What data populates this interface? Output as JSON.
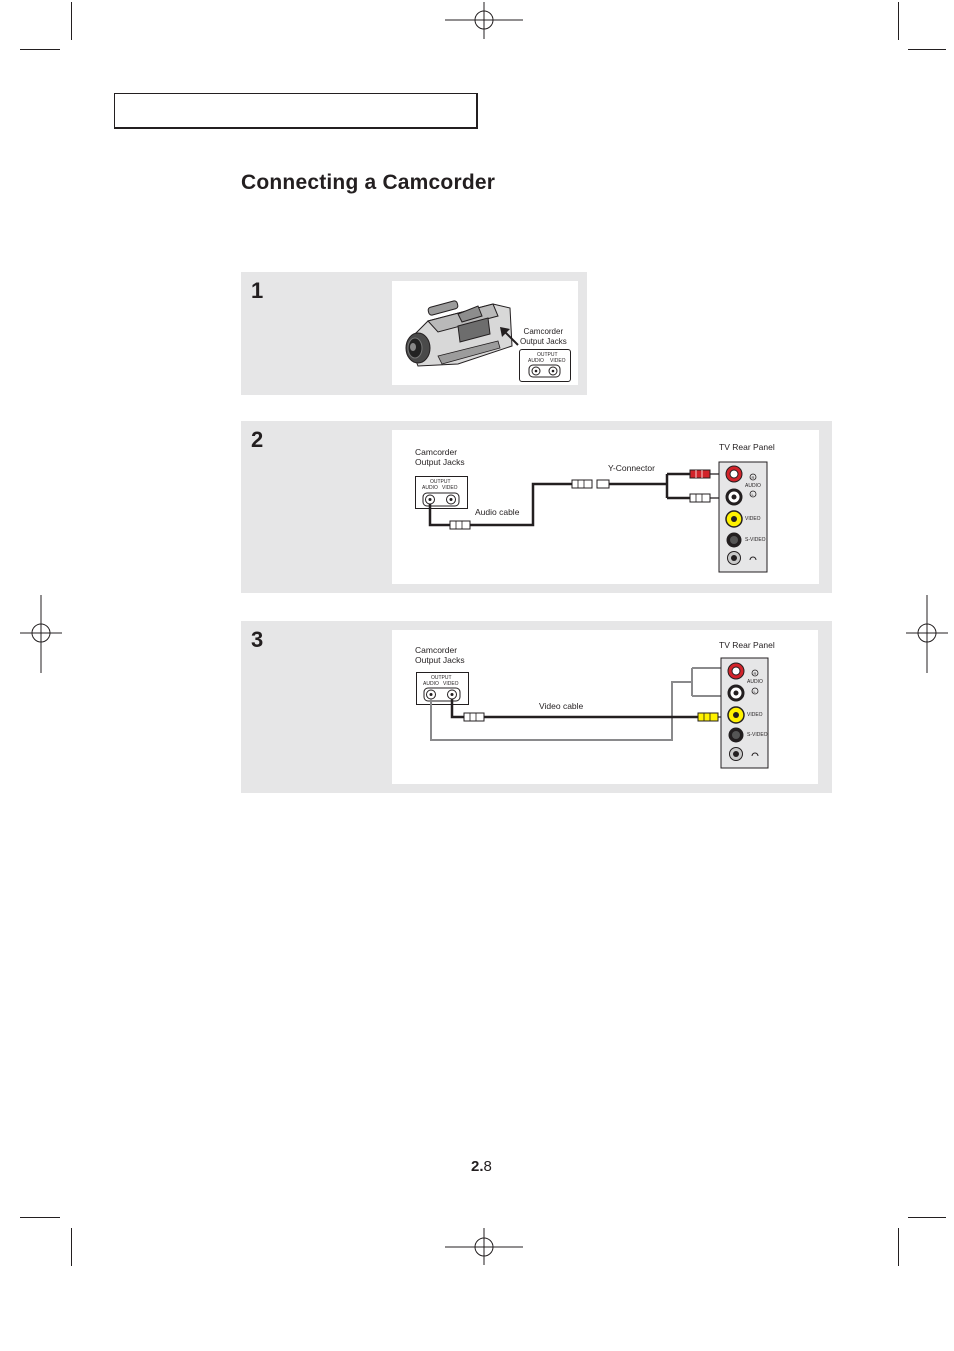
{
  "page": {
    "title": "Connecting a Camcorder",
    "page_number_major": "2.",
    "page_number_minor": "8"
  },
  "steps": [
    {
      "number": "1",
      "labels": {
        "output_jacks": "Camcorder\nOutput Jacks",
        "output": "OUTPUT",
        "audio": "AUDIO",
        "video": "VIDEO"
      }
    },
    {
      "number": "2",
      "labels": {
        "camcorder_jacks": "Camcorder\nOutput Jacks",
        "output": "OUTPUT",
        "audio": "AUDIO",
        "video": "VIDEO",
        "y_connector": "Y-Connector",
        "audio_cable": "Audio cable",
        "tv_rear_panel": "TV Rear Panel",
        "tv_audio": "AUDIO",
        "tv_video": "VIDEO",
        "tv_svideo": "S-VIDEO",
        "tv_r": "R",
        "tv_l": "L"
      }
    },
    {
      "number": "3",
      "labels": {
        "camcorder_jacks": "Camcorder\nOutput Jacks",
        "output": "OUTPUT",
        "audio": "AUDIO",
        "video": "VIDEO",
        "video_cable": "Video cable",
        "tv_rear_panel": "TV Rear Panel",
        "tv_audio": "AUDIO",
        "tv_video": "VIDEO",
        "tv_svideo": "S-VIDEO",
        "tv_r": "R",
        "tv_l": "L"
      }
    }
  ],
  "colors": {
    "step_bg": "#e6e6e7",
    "ink": "#231f20",
    "jack_red": "#d2232a",
    "jack_yellow": "#fff200",
    "cable_gray": "#8a8a8c"
  }
}
